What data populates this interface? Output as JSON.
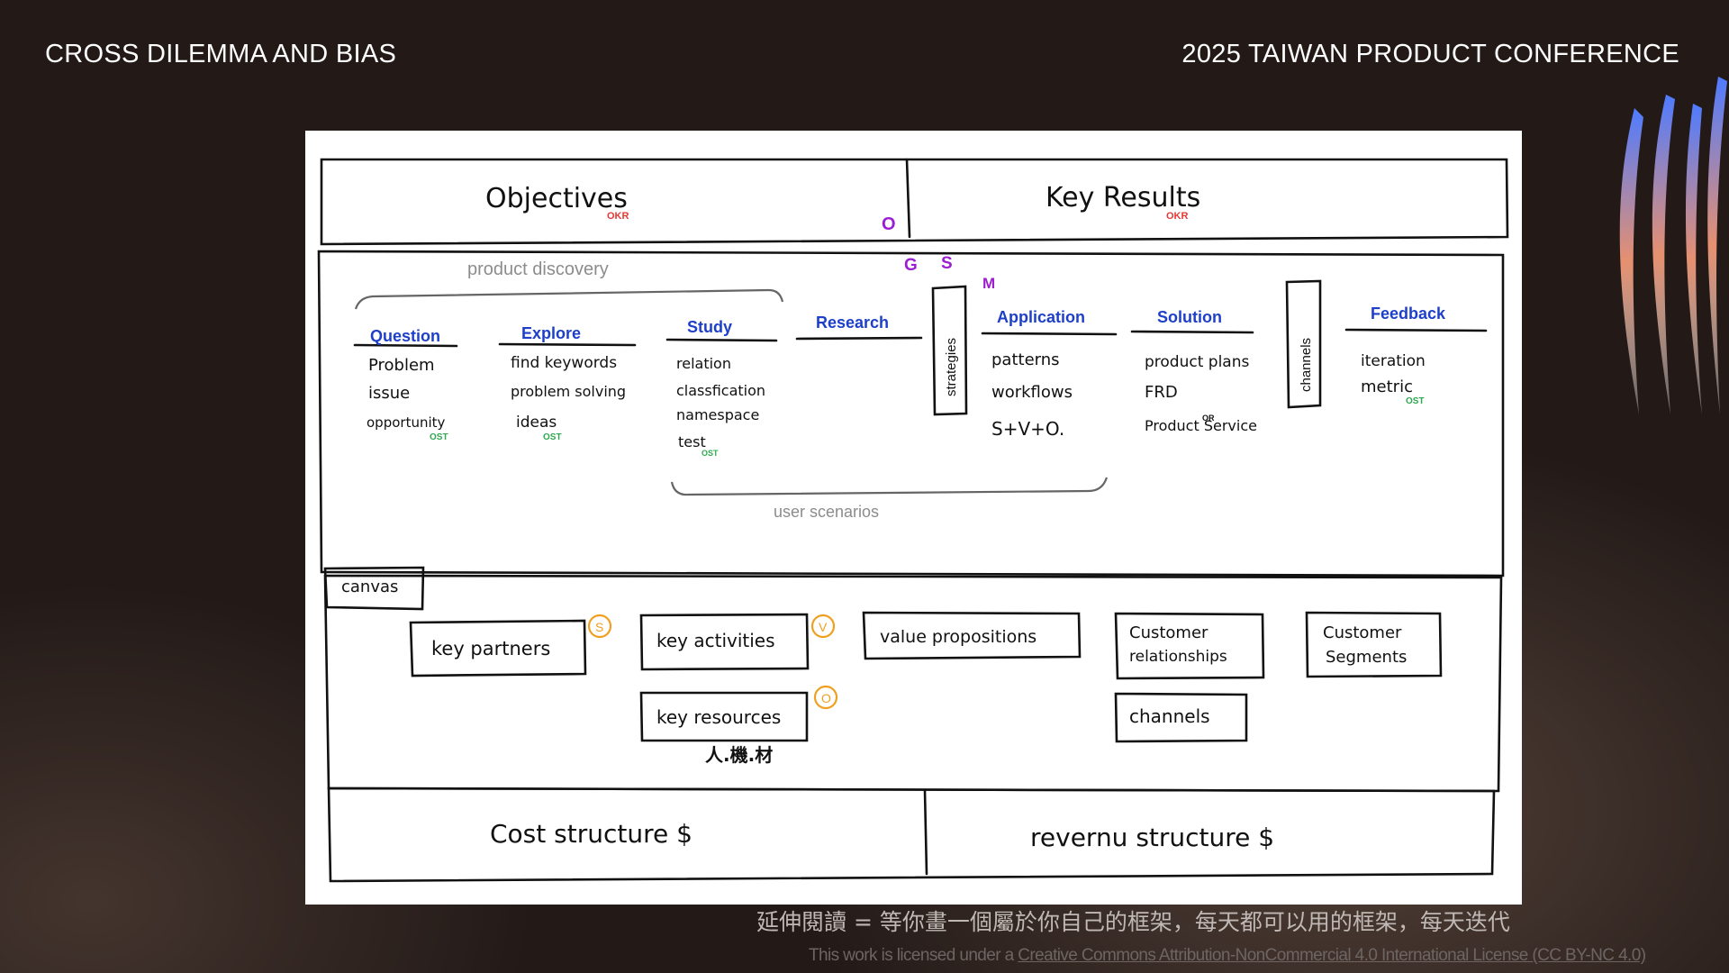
{
  "header": {
    "left_title": "CROSS DILEMMA AND BIAS",
    "right_title": "2025 TAIWAN PRODUCT CONFERENCE"
  },
  "okr": {
    "objectives": "Objectives",
    "key_results": "Key Results",
    "tag": "OKR",
    "o_mark": "O"
  },
  "gsm": {
    "g": "G",
    "s": "S",
    "m": "M"
  },
  "discovery": {
    "product_discovery": "product discovery",
    "user_scenarios": "user scenarios",
    "strategies": "strategies",
    "channels": "channels",
    "columns": [
      {
        "title": "Question",
        "items": [
          "Problem",
          "issue",
          "opportunity"
        ],
        "tag": "OST"
      },
      {
        "title": "Explore",
        "items": [
          "find keywords",
          "problem solving",
          "ideas"
        ],
        "tag": "OST"
      },
      {
        "title": "Study",
        "items": [
          "relation",
          "classfication",
          "namespace",
          "test"
        ],
        "tag": "OST"
      },
      {
        "title": "Research",
        "items": []
      },
      {
        "title": "Application",
        "items": [
          "patterns",
          "workflows",
          "S+V+O."
        ]
      },
      {
        "title": "Solution",
        "items": [
          "product plans",
          "FRD",
          "Product Service"
        ],
        "or": "OR"
      },
      {
        "title": "Feedback",
        "items": [
          "iteration",
          "metric"
        ],
        "tag": "OST"
      }
    ]
  },
  "canvas": {
    "label": "canvas",
    "boxes": {
      "key_partners": "key partners",
      "key_activities": "key activities",
      "value_propositions": "value propositions",
      "customer_relationships_1": "Customer",
      "customer_relationships_2": "relationships",
      "customer_segments_1": "Customer",
      "customer_segments_2": "Segments",
      "key_resources": "key resources",
      "channels": "channels",
      "resources_note": "人.機.材"
    },
    "badges": {
      "s": "S",
      "v": "V",
      "o": "O"
    }
  },
  "structure": {
    "cost": "Cost structure $",
    "revenue": "revernu structure $"
  },
  "caption": "延伸閱讀 = 等你畫一個屬於你自己的框架，每天都可以用的框架，每天迭代",
  "license": {
    "prefix": "This work is licensed under a ",
    "link": "Creative Commons Attribution-NonCommercial 4.0 International License (CC BY-NC 4.0)"
  },
  "colors": {
    "background": "#231a18",
    "okr_red": "#e53935",
    "blue": "#1e40c8",
    "purple": "#9b1fd1",
    "green": "#2fa84f",
    "orange": "#f0a020",
    "gray": "#8c8c8c"
  }
}
